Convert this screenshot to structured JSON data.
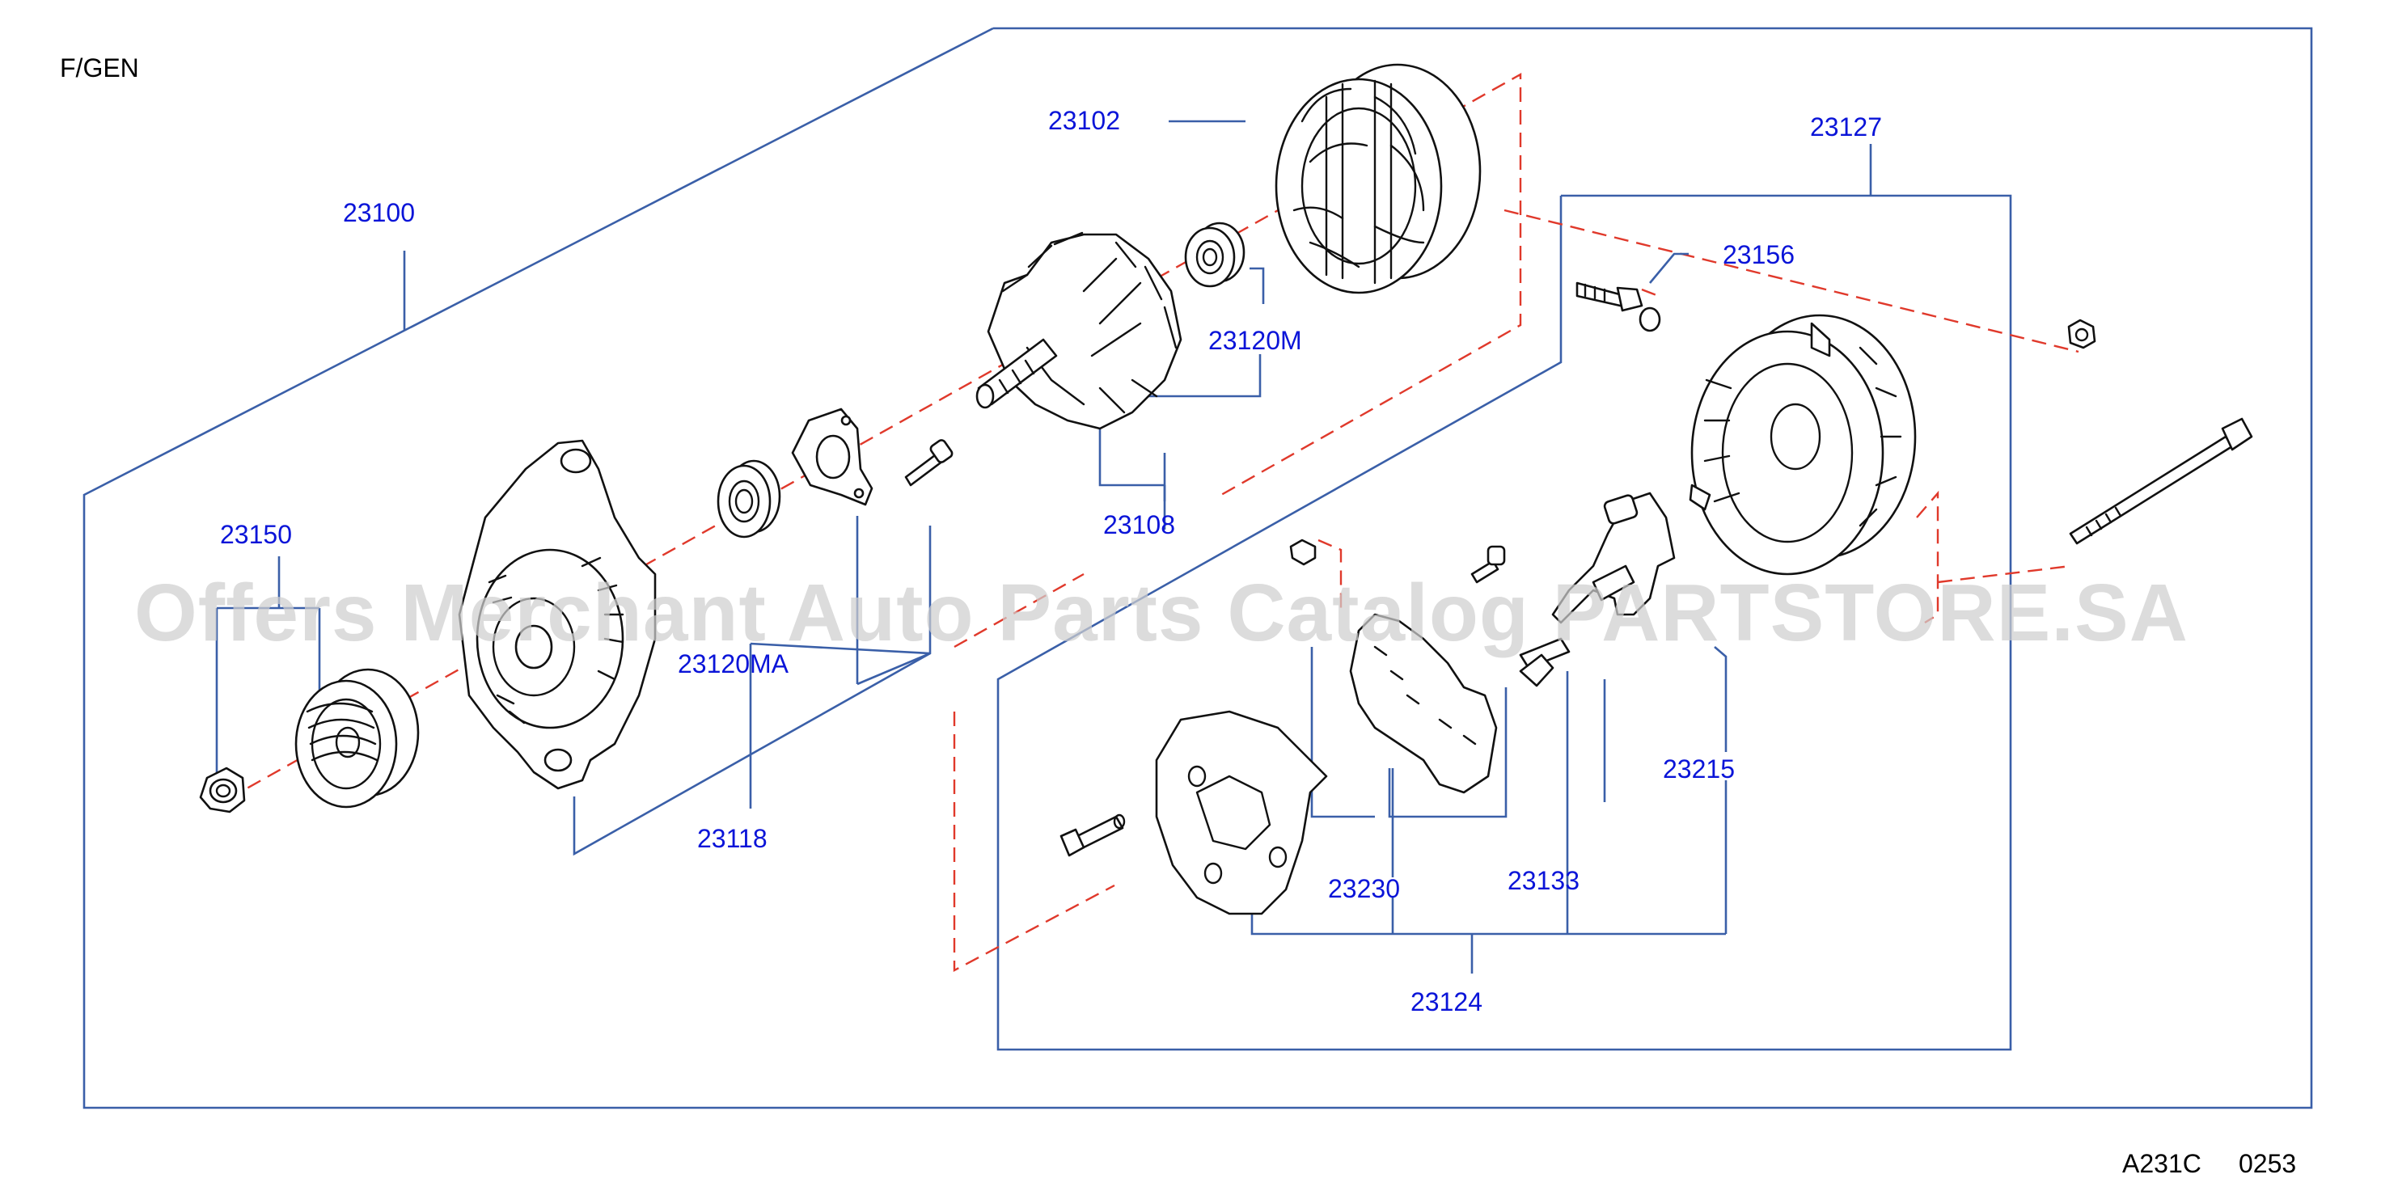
{
  "header": {
    "title": "F/GEN"
  },
  "footer": {
    "code": "A231C",
    "page": "0253"
  },
  "watermark": {
    "text": "Offers Merchant Auto Parts Catalog PARTSTORE.SA"
  },
  "colors": {
    "label": "#0a14d8",
    "frame": "#3a5fa8",
    "axis": "#e0392b"
  },
  "parts": {
    "p23100": "23100",
    "p23102": "23102",
    "p23127": "23127",
    "p23156": "23156",
    "p23120M": "23120M",
    "p23108": "23108",
    "p23150": "23150",
    "p23120MA": "23120MA",
    "p23118": "23118",
    "p23215": "23215",
    "p23230": "23230",
    "p23133": "23133",
    "p23124": "23124"
  }
}
